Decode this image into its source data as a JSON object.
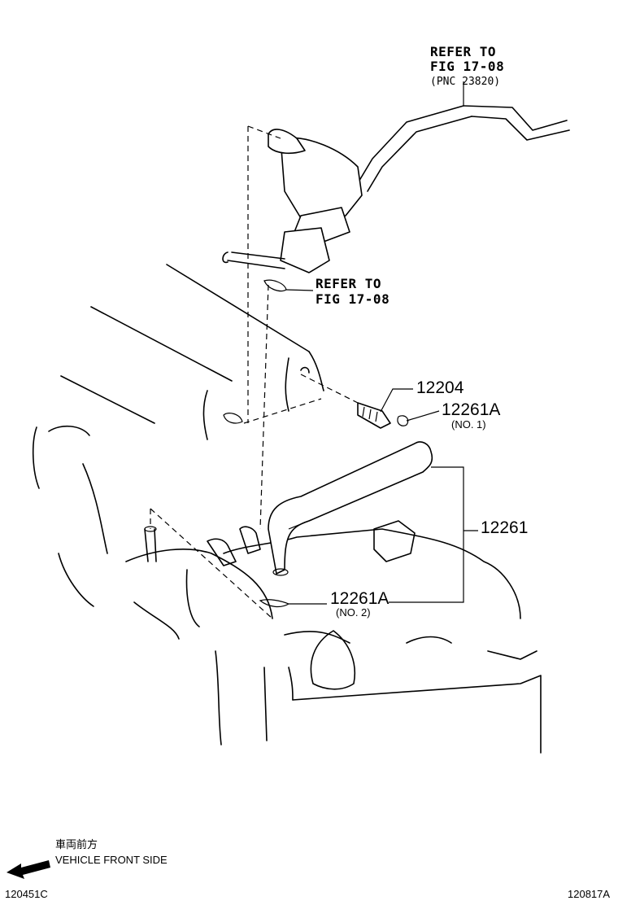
{
  "callouts": {
    "ref_top": {
      "line1": "REFER TO",
      "line2": "FIG 17-08",
      "line3": "(PNC 23820)"
    },
    "ref_mid": {
      "line1": "REFER TO",
      "line2": "FIG 17-08"
    },
    "p12204": {
      "number": "12204"
    },
    "p12261A_1": {
      "number": "12261A",
      "note": "(NO. 1)"
    },
    "p12261": {
      "number": "12261"
    },
    "p12261A_2": {
      "number": "12261A",
      "note": "(NO. 2)"
    }
  },
  "footer": {
    "direction_jp": "車両前方",
    "direction_en": "VEHICLE FRONT SIDE",
    "figure_code_left": "120451C",
    "figure_code_right": "120817A"
  },
  "icons": {
    "front_arrow": "arrow-left-icon"
  }
}
